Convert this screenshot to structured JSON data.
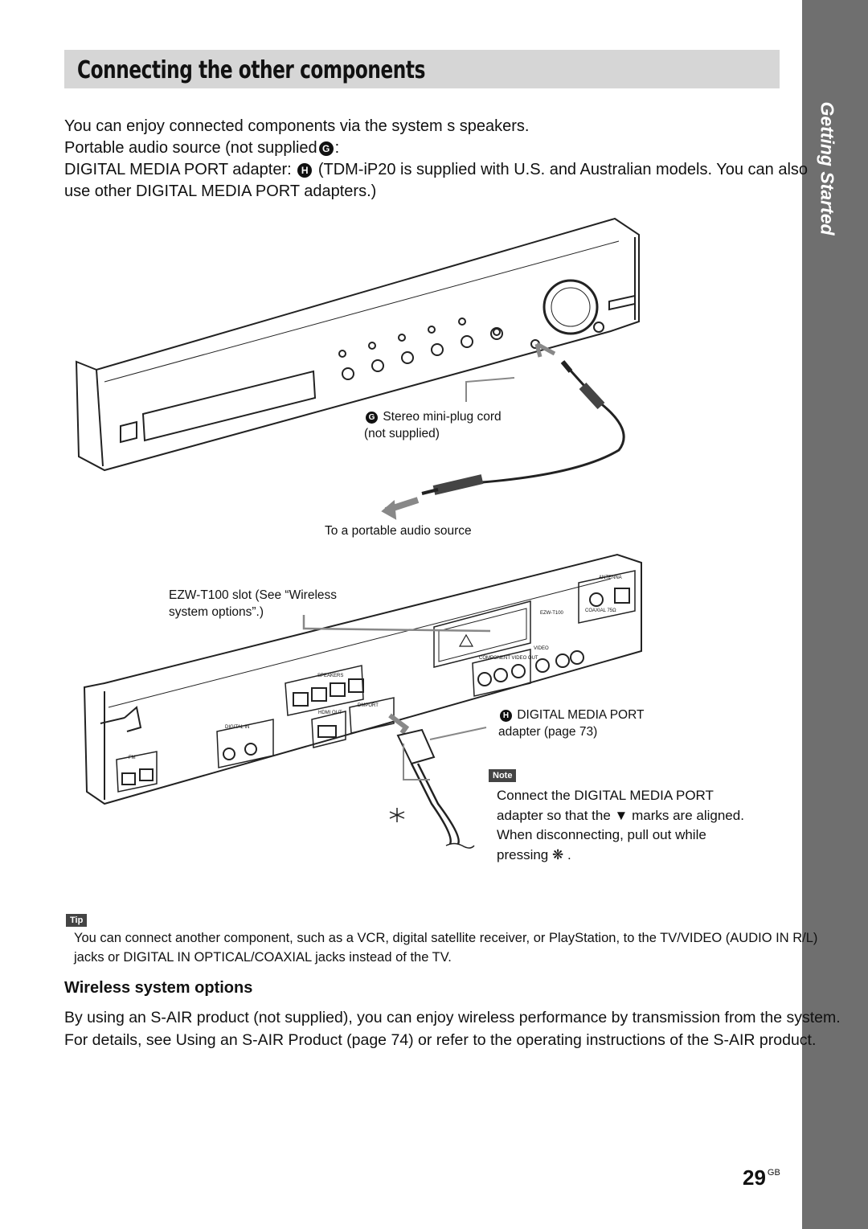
{
  "side_tab": {
    "label": "Getting Started"
  },
  "title": "Connecting the other components",
  "intro": {
    "line1": "You can enjoy connected components via the system s speakers.",
    "line2_text": "Portable audio source (not supplied",
    "line2_marker": "G",
    "line2_end": ":",
    "line3_text": "DIGITAL MEDIA PORT adapter:",
    "line3_marker": "H",
    "line3_rest": "(TDM-iP20 is supplied with U.S. and Australian models. You can also use other DIGITAL MEDIA PORT adapters.)"
  },
  "diagram": {
    "cord_marker": "G",
    "cord_label_1": "Stereo mini-plug cord",
    "cord_label_2": "(not supplied)",
    "portable_label": "To a portable audio source",
    "ezw_label_1": "EZW-T100 slot (See “Wireless",
    "ezw_label_2": "system options”.)",
    "dmport_marker": "H",
    "dmport_label_1": "DIGITAL MEDIA PORT",
    "dmport_label_2": "adapter (page 73)",
    "panel_ezw": "EZW-T100",
    "panel_antenna": "ANTENNA",
    "panel_coaxial": "COAXIAL 75Ω",
    "panel_component": "COMPONENT VIDEO OUT",
    "panel_video": "VIDEO",
    "panel_speakers": "SPEAKERS",
    "panel_hdmi": "HDMI OUT",
    "panel_dmport": "DMPORT",
    "panel_digital_in": "DIGITAL IN",
    "panel_fm": "FM"
  },
  "note": {
    "tag": "Note",
    "text_1": "Connect the DIGITAL MEDIA PORT",
    "text_2": "adapter so that the",
    "text_2b": "marks are aligned.",
    "text_3": "When disconnecting, pull out while",
    "text_4": "pressing",
    "text_4_end": "."
  },
  "tip": {
    "tag": "Tip",
    "text": "You can connect another component, such as a VCR, digital satellite receiver, or PlayStation, to the TV/VIDEO (AUDIO IN R/L) jacks or DIGITAL IN OPTICAL/COAXIAL jacks instead of the TV."
  },
  "wireless": {
    "heading": "Wireless system options",
    "body": "By using an S-AIR product (not supplied), you can enjoy wireless performance by transmission from the system. For details, see  Using an S-AIR Product  (page 74) or refer to the operating instructions of the S-AIR product."
  },
  "page": {
    "number": "29",
    "suffix": "GB"
  }
}
